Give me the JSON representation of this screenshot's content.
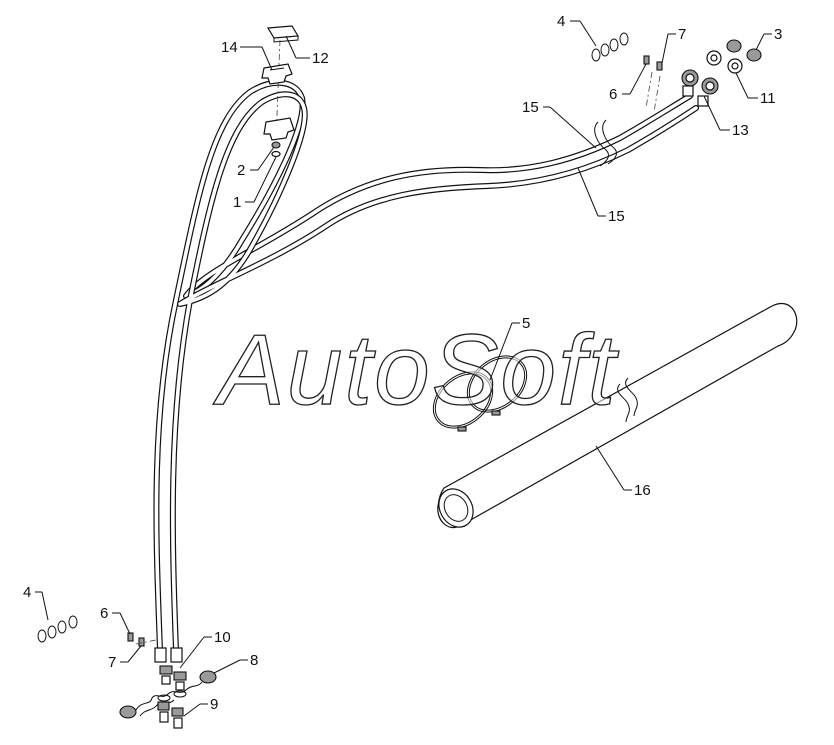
{
  "diagram": {
    "watermark": "AutoSoft",
    "callouts": {
      "c1": "1",
      "c2": "2",
      "c3": "3",
      "c4_top": "4",
      "c4_bottom": "4",
      "c5": "5",
      "c6_top": "6",
      "c6_bottom": "6",
      "c7_top": "7",
      "c7_bottom": "7",
      "c8": "8",
      "c9": "9",
      "c10": "10",
      "c11": "11",
      "c12": "12",
      "c13": "13",
      "c14": "14",
      "c15_top": "15",
      "c15_bottom": "15",
      "c16": "16"
    }
  }
}
